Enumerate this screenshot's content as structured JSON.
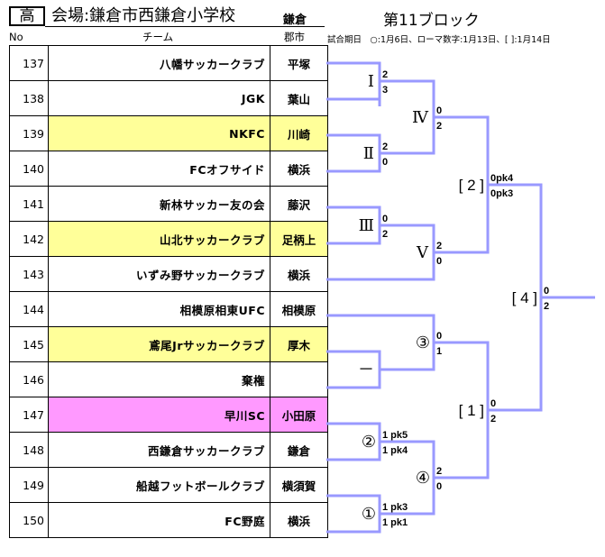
{
  "header": {
    "division": "高",
    "venue": "会場:鎌倉市西鎌倉小学校",
    "city_tag": "鎌倉",
    "block_title": "第11ブロック",
    "legend": "試合期日　○:1月6日、ローマ数字:1月13日、[ ]:1月14日"
  },
  "columns": {
    "no": "No",
    "team": "チーム",
    "city": "郡市"
  },
  "colors": {
    "bracket_line": "#9999ff",
    "highlight_yellow": "#ffff99",
    "highlight_pink": "#ff99ff"
  },
  "teams": [
    {
      "no": "137",
      "name": "八幡サッカークラブ",
      "city": "平塚",
      "highlight": ""
    },
    {
      "no": "138",
      "name": "JGK",
      "city": "葉山",
      "highlight": ""
    },
    {
      "no": "139",
      "name": "NKFC",
      "city": "川崎",
      "highlight": "yellow"
    },
    {
      "no": "140",
      "name": "FCオフサイド",
      "city": "横浜",
      "highlight": ""
    },
    {
      "no": "141",
      "name": "新林サッカー友の会",
      "city": "藤沢",
      "highlight": ""
    },
    {
      "no": "142",
      "name": "山北サッカークラブ",
      "city": "足柄上",
      "highlight": "yellow"
    },
    {
      "no": "143",
      "name": "いずみ野サッカークラブ",
      "city": "横浜",
      "highlight": ""
    },
    {
      "no": "144",
      "name": "相模原相東UFC",
      "city": "相模原",
      "highlight": ""
    },
    {
      "no": "145",
      "name": "鳶尾Jrサッカークラブ",
      "city": "厚木",
      "highlight": "yellow"
    },
    {
      "no": "146",
      "name": "棄権",
      "city": "",
      "highlight": ""
    },
    {
      "no": "147",
      "name": "早川SC",
      "city": "小田原",
      "highlight": "pink"
    },
    {
      "no": "148",
      "name": "西鎌倉サッカークラブ",
      "city": "鎌倉",
      "highlight": ""
    },
    {
      "no": "149",
      "name": "船越フットボールクラブ",
      "city": "横須賀",
      "highlight": ""
    },
    {
      "no": "150",
      "name": "FC野庭",
      "city": "横浜",
      "highlight": ""
    }
  ],
  "matches": {
    "m_I": {
      "label": "Ⅰ",
      "top_score": "2",
      "bottom_score": "3"
    },
    "m_II": {
      "label": "Ⅱ",
      "top_score": "2",
      "bottom_score": "0"
    },
    "m_III": {
      "label": "Ⅲ",
      "top_score": "0",
      "bottom_score": "2"
    },
    "m_IV": {
      "label": "Ⅳ",
      "top_score": "0",
      "bottom_score": "2"
    },
    "m_V": {
      "label": "Ⅴ",
      "top_score": "2",
      "bottom_score": "0"
    },
    "m_dash": {
      "label": "－"
    },
    "m_c3": {
      "label": "③",
      "top_score": "0",
      "bottom_score": "1"
    },
    "m_c2": {
      "label": "②",
      "top_score": "1 pk5",
      "bottom_score": "1 pk4"
    },
    "m_c1": {
      "label": "①",
      "top_score": "1 pk3",
      "bottom_score": "1 pk1"
    },
    "m_c4": {
      "label": "④",
      "top_score": "2",
      "bottom_score": "0"
    },
    "m_b2": {
      "label": "[ 2 ]",
      "top_score": "0pk4",
      "bottom_score": "0pk3"
    },
    "m_b1": {
      "label": "[ 1 ]",
      "top_score": "0",
      "bottom_score": "2"
    },
    "m_b4": {
      "label": "[ 4 ]",
      "top_score": "0",
      "bottom_score": "2"
    }
  }
}
